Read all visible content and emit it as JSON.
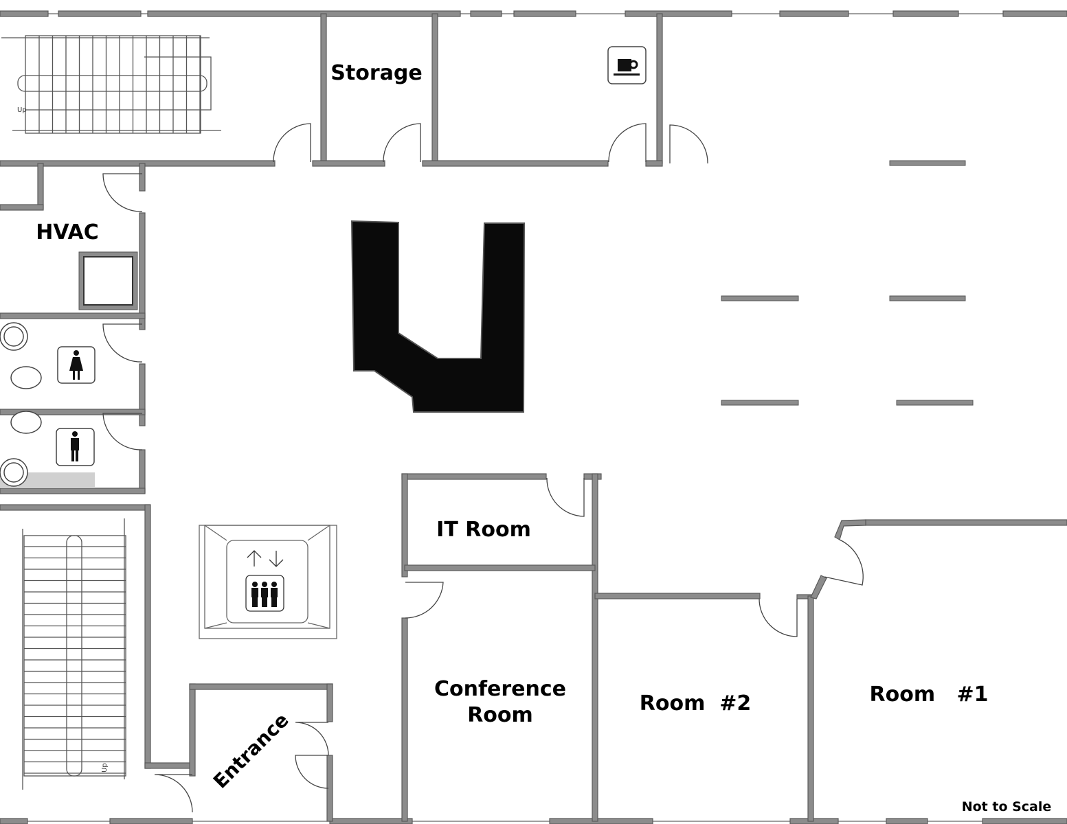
{
  "rooms": {
    "storage": "Storage",
    "hvac": "HVAC",
    "it_room": "IT Room",
    "conference_line1": "Conference",
    "conference_line2": "Room",
    "room2": "Room  #2",
    "room1": "Room   #1",
    "entrance": "Entrance"
  },
  "stairs": {
    "upper_up": "Up",
    "lower_up": "Up"
  },
  "note": "Not to Scale",
  "icons": [
    "coffee-cup-icon",
    "women-restroom-icon",
    "men-restroom-icon",
    "elevator-icon",
    "up-arrow-icon",
    "down-arrow-icon"
  ],
  "colors": {
    "wall": "#8c8c8c",
    "desk": "#0a0a0a",
    "background": "#ffffff"
  }
}
